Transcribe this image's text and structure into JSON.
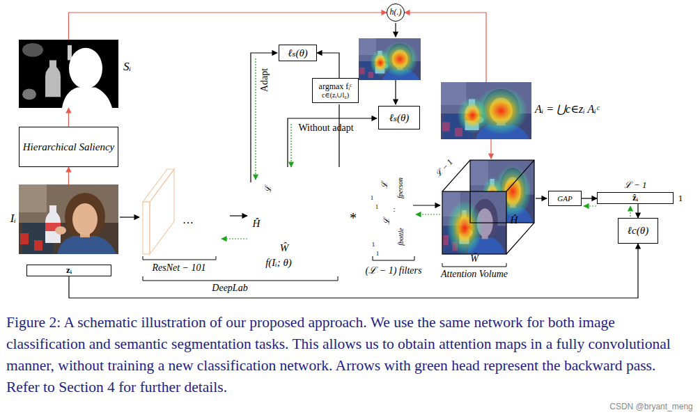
{
  "diagram": {
    "caption": "Figure 2: A schematic illustration of our proposed approach. We use the same network for both image classification and semantic segmentation tasks. This allows us to obtain attention maps in a fully convolutional manner, without training a new classification network. Arrows with green head represent the backward pass. Refer to Section 4 for further details.",
    "nodes": [
      {
        "text": [
          "Sᵢ"
        ]
      },
      {
        "text": [
          "Hierarchical Saliency"
        ]
      },
      {
        "text": [
          "Iᵢ"
        ]
      },
      {
        "text": [
          "zᵢ"
        ]
      },
      {
        "text": [
          "h(.)"
        ]
      },
      {
        "text": [
          "ℓₛ(θ)"
        ]
      },
      {
        "text": [
          "argmax fᵢᶜ",
          "c∈(zᵢ∪l₀)"
        ]
      },
      {
        "text": [
          "ℓₛ(θ)"
        ]
      },
      {
        "text": [
          "Aᵢ = ⋃c∈zᵢ Aᵢᶜ"
        ]
      },
      {
        "text": [
          "GAP"
        ]
      },
      {
        "text": [
          "ẑᵢ"
        ]
      },
      {
        "text": [
          "ℓc(θ)"
        ]
      }
    ],
    "edges": [
      {
        "from": 2,
        "to": 1,
        "arrow": "to"
      },
      {
        "from": 1,
        "to": 0,
        "arrow": "to"
      },
      {
        "from": 0,
        "to": 4,
        "arrow": "to"
      },
      {
        "from": 8,
        "to": 4,
        "arrow": "to"
      },
      {
        "from": 6,
        "to": 5,
        "arrow": "to"
      },
      {
        "from": 9,
        "to": 10,
        "arrow": "to"
      },
      {
        "from": 10,
        "to": 11,
        "arrow": "to"
      },
      {
        "from": 3,
        "to": 11,
        "arrow": "to"
      }
    ],
    "labels": [
      "Adapt",
      "Without adapt",
      "…",
      "Ĥ",
      "ℒ",
      "Ŵ",
      "f(Iᵢ; θ)",
      "ResNet − 101",
      "DeepLab",
      "*",
      "ℒ",
      "1",
      "1",
      "fperson",
      ":",
      "ℒ",
      "fbottle",
      "1",
      "1",
      "(ℒ − 1) filters",
      "ℒ − 1",
      "Ĥ",
      "Ŵ",
      "Attention Volume",
      "ℒ − 1",
      "1",
      "CSDN @bryant_meng"
    ]
  }
}
